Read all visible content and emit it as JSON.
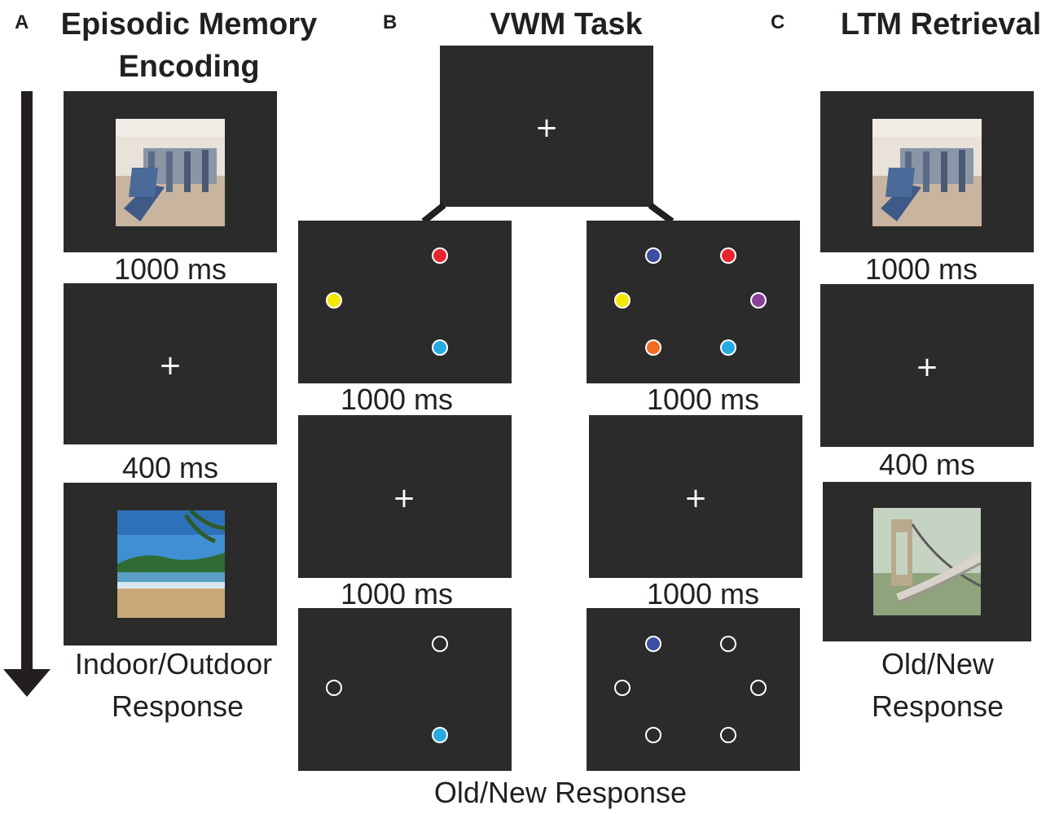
{
  "panels": {
    "a": {
      "letter": "A",
      "title_line1": "Episodic Memory",
      "title_line2": "Encoding",
      "labels": [
        "1000 ms",
        "400 ms",
        "Indoor/Outdoor",
        "Response"
      ]
    },
    "b": {
      "letter": "B",
      "title": "VWM Task",
      "labels": [
        "1000 ms",
        "1000 ms",
        "1000 ms",
        "1000 ms",
        "Old/New Response"
      ]
    },
    "c": {
      "letter": "C",
      "title": "LTM Retrieval",
      "labels": [
        "1000 ms",
        "400 ms",
        "Old/New",
        "Response"
      ]
    }
  },
  "fixation_symbol": "+",
  "colors": {
    "screen": "#2b2b2b",
    "red": "#e8242f",
    "yellow": "#f5e800",
    "cyan": "#27aae1",
    "blue": "#3d4ea3",
    "purple": "#8b3f9a",
    "orange": "#f26b24",
    "outline": "#ffffff"
  }
}
